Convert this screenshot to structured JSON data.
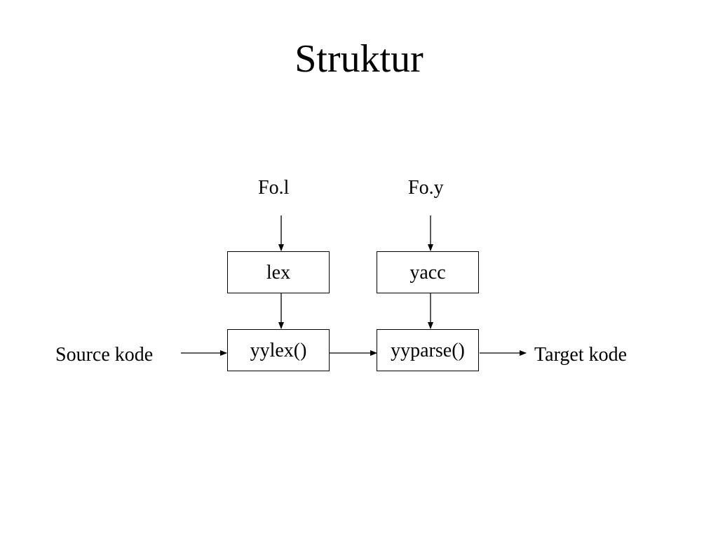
{
  "slide": {
    "title": "Struktur"
  },
  "diagram": {
    "inputs": {
      "lex_spec": "Fo.l",
      "yacc_spec": "Fo.y"
    },
    "tools": {
      "lex": "lex",
      "yacc": "yacc"
    },
    "functions": {
      "yylex": "yylex()",
      "yyparse": "yyparse()"
    },
    "io": {
      "source": "Source kode",
      "target": "Target kode"
    }
  }
}
